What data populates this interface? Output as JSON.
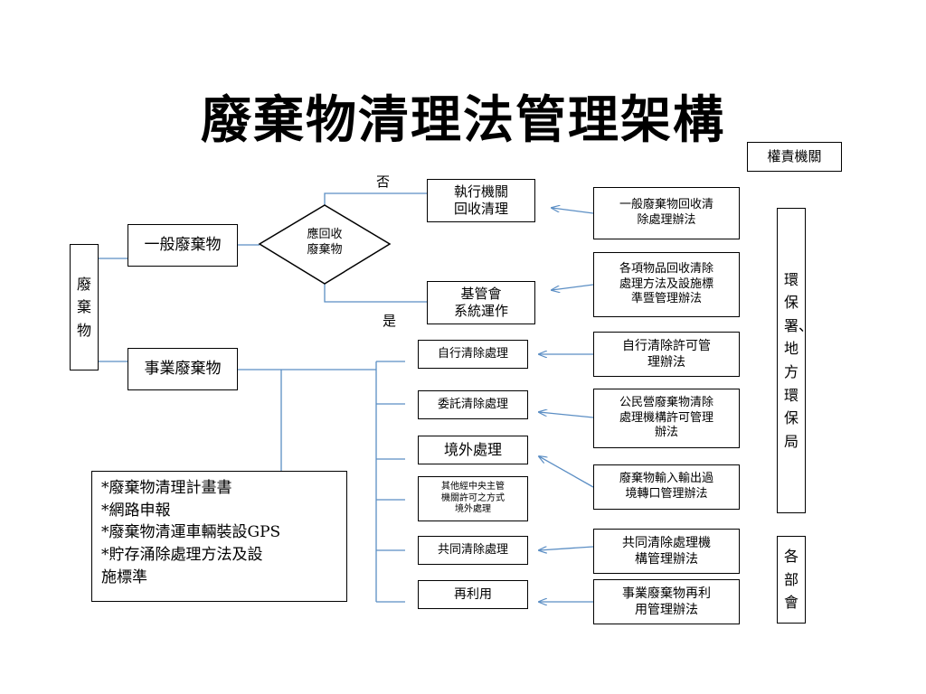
{
  "title": "廢棄物清理法管理架構",
  "authority_header": "權責機關",
  "waste": "廢棄物",
  "general_waste": "一般廢棄物",
  "business_waste": "事業廢棄物",
  "decision": "應回收\n廢棄物",
  "no_label": "否",
  "yes_label": "是",
  "exec_agency": "執行機關\n回收清理",
  "fund_committee": "基管會\n系統運作",
  "methods": {
    "self": "自行清除處理",
    "commissioned": "委託清除處理",
    "overseas": "境外處理",
    "other": "其他經中央主管\n機關許可之方式\n境外處理",
    "joint": "共同清除處理",
    "reuse": "再利用"
  },
  "regulations": {
    "general_recycle": "一般廢棄物回收清\n除處理辦法",
    "items_recycle": "各項物品回收清除\n處理方法及設施標\n準暨管理辦法",
    "self_permit": "自行清除許可管\n理辦法",
    "public_private": "公民營廢棄物清除\n處理機構許可管理\n辦法",
    "import_export": "廢棄物輸入輸出過\n境轉口管理辦法",
    "joint_mgmt": "共同清除處理機\n構管理辦法",
    "reuse_mgmt": "事業廢棄物再利\n用管理辦法"
  },
  "epa": "環保署、地方環保局",
  "ministries": "各部會",
  "notes": [
    "*廢棄物清理計畫書",
    "*網路申報",
    "*廢棄物清運車輛裝設GPS",
    "*貯存涌除處理方法及設\n  施標準"
  ],
  "colors": {
    "line": "#5b8ec4",
    "border": "#000000"
  }
}
